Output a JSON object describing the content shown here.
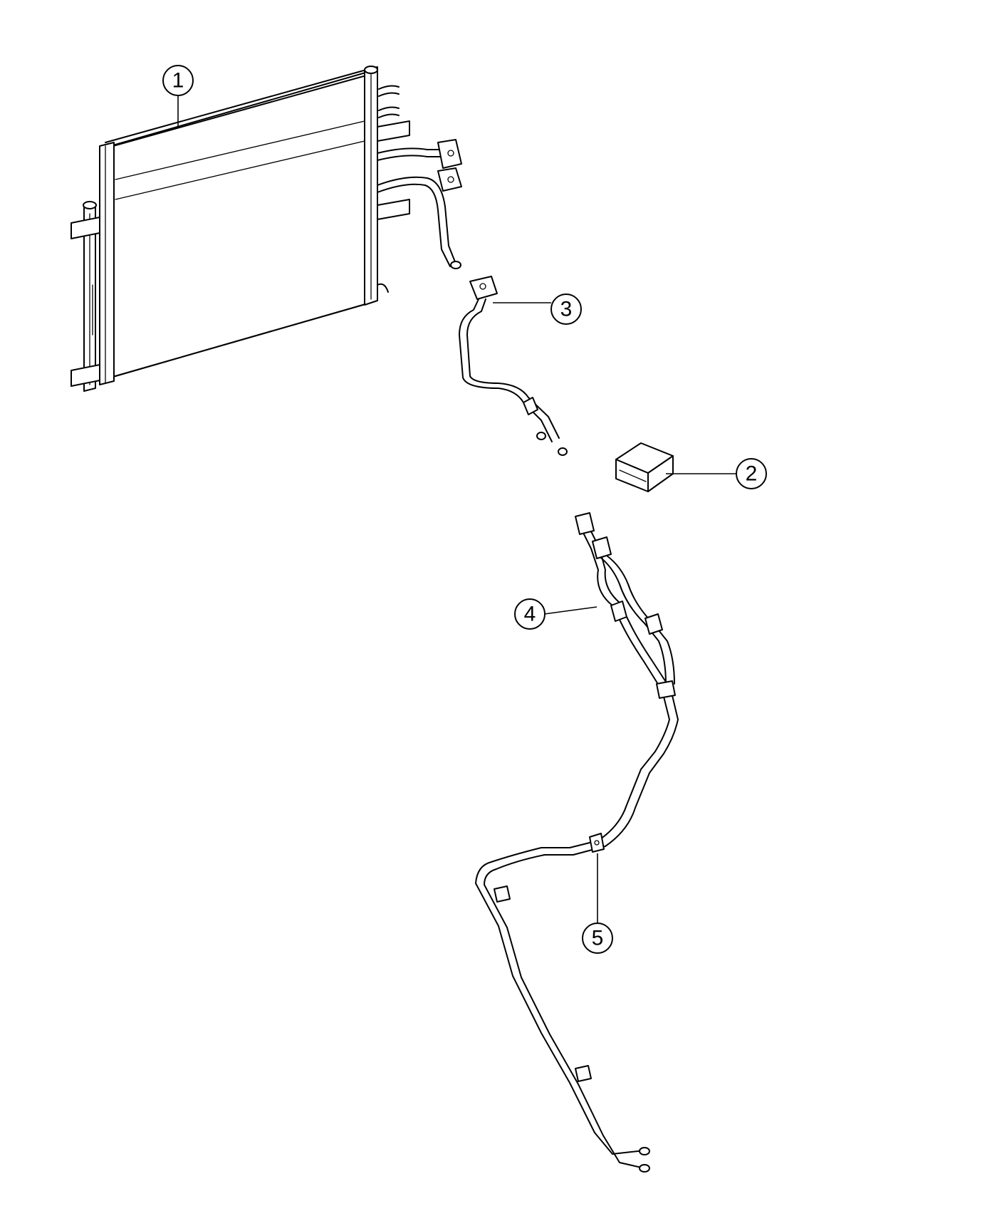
{
  "diagram": {
    "callouts": [
      {
        "id": "1",
        "label": "1"
      },
      {
        "id": "2",
        "label": "2"
      },
      {
        "id": "3",
        "label": "3"
      },
      {
        "id": "4",
        "label": "4"
      },
      {
        "id": "5",
        "label": "5"
      }
    ]
  },
  "colors": {
    "ink": "#000000",
    "background": "#ffffff"
  }
}
